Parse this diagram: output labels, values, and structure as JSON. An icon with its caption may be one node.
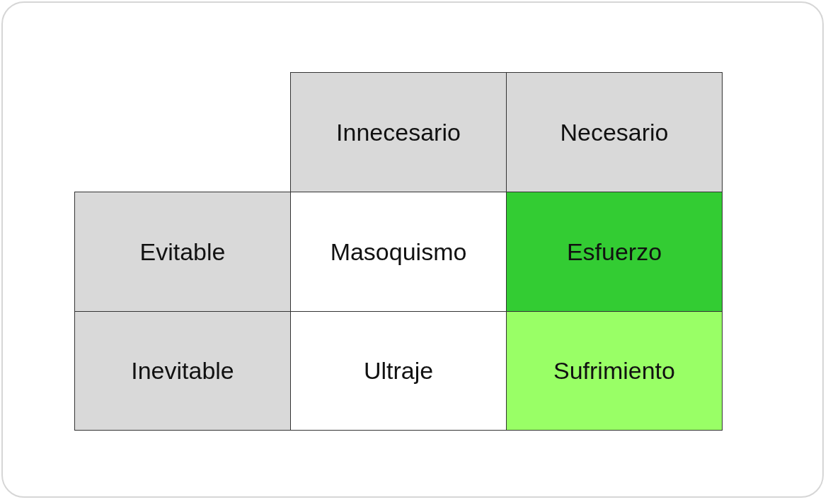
{
  "diagram": {
    "nodes": [
      {
        "text": [
          "Innecesario"
        ]
      },
      {
        "text": [
          "Necesario"
        ]
      },
      {
        "text": [
          "Evitable"
        ]
      },
      {
        "text": [
          "Masoquismo"
        ]
      },
      {
        "text": [
          "Esfuerzo"
        ]
      },
      {
        "text": [
          "Inevitable"
        ]
      },
      {
        "text": [
          "Ultraje"
        ]
      },
      {
        "text": [
          "Sufrimiento"
        ]
      }
    ]
  }
}
